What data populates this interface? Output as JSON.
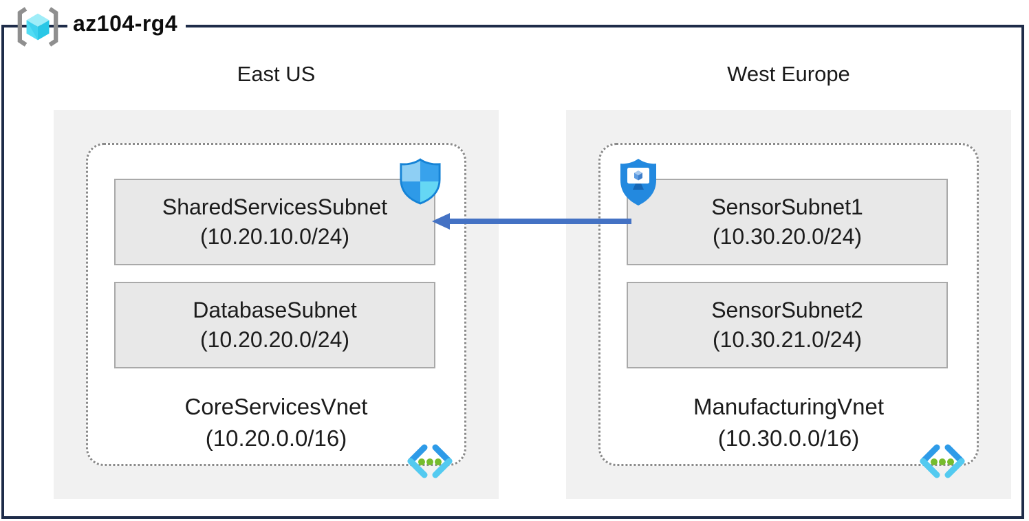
{
  "resource_group": {
    "name": "az104-rg4"
  },
  "regions": [
    {
      "name": "East US",
      "vnet": {
        "name": "CoreServicesVnet",
        "cidr": "(10.20.0.0/16)",
        "subnets": [
          {
            "name": "SharedServicesSubnet",
            "cidr": "(10.20.10.0/24)"
          },
          {
            "name": "DatabaseSubnet",
            "cidr": "(10.20.20.0/24)"
          }
        ]
      }
    },
    {
      "name": "West Europe",
      "vnet": {
        "name": "ManufacturingVnet",
        "cidr": "(10.30.0.0/16)",
        "subnets": [
          {
            "name": "SensorSubnet1",
            "cidr": "(10.30.20.0/24)"
          },
          {
            "name": "SensorSubnet2",
            "cidr": "(10.30.21.0/24)"
          }
        ]
      }
    }
  ],
  "connection": {
    "from": "SensorSubnet1",
    "to": "SharedServicesSubnet",
    "direction": "left"
  },
  "icons": {
    "resource_group": "resource-group-brackets-cube-icon",
    "security_shield": "security-shield-icon",
    "shield_monitor": "shield-monitor-icon",
    "virtual_network": "virtual-network-chevrons-icon",
    "peering": "left-arrow-icon"
  },
  "colors": {
    "boundary_navy": "#1e2c49",
    "region_bg": "#f1f1f1",
    "subnet_bg": "#e8e8e8",
    "subnet_border": "#a9a9a9",
    "vnet_dotted_border": "#8a8a8a",
    "arrow_blue": "#4472c4",
    "cube_cyan": "#52ddf4",
    "vnet_dot_green": "#76bc2d",
    "shield_blue": "#2389df"
  }
}
